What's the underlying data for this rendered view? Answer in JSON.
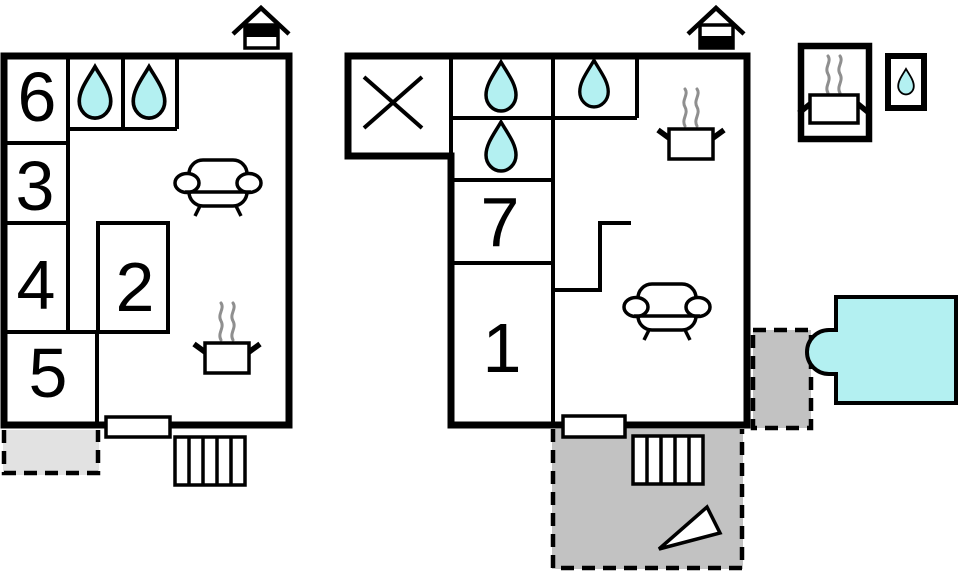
{
  "document": {
    "type": "holiday-home floor plan",
    "floors": [
      "upper floor",
      "ground floor"
    ],
    "annexes": [
      "outdoor kitchen box",
      "outdoor bath box",
      "pool",
      "terraces"
    ]
  },
  "colors": {
    "water": "#b3f0f1",
    "terrace_light": "#e2e2e2",
    "terrace_dark": "#c2c2c2",
    "steam": "#8f8f8f",
    "line": "#000000",
    "background": "#ffffff"
  },
  "rooms": {
    "upper": [
      "6",
      "3",
      "4",
      "5",
      "2"
    ],
    "ground": [
      "7",
      "1"
    ]
  },
  "icons": {
    "water_drop_icon": "cyan teardrop = bath/shower",
    "sofa_icon": "sofa outline = living area",
    "stove_icon": "pot with steam = kitchen",
    "entrance_upper_icon": "house glyph, upper half filled",
    "entrance_ground_icon": "house glyph, lower half filled",
    "crossed_room_icon": "X = not available room",
    "exterior_stairs_icon": "striped rectangle = steps",
    "door_icon": "white rectangle across wall",
    "terrace": "dashed grey area",
    "pool_icon": "cyan rectangle with side steps",
    "triangle_icon": "white triangle on terrace"
  }
}
